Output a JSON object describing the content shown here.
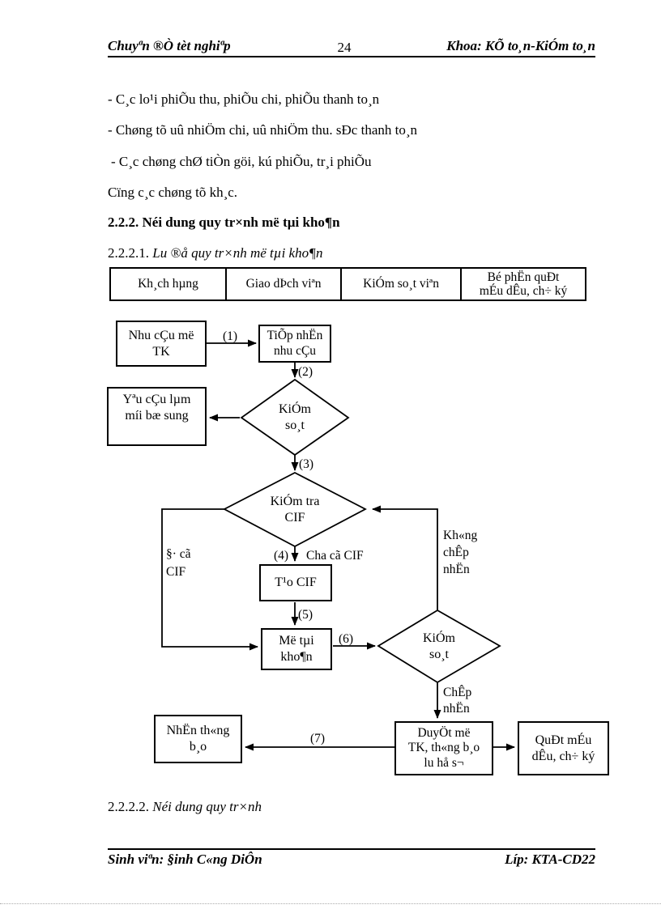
{
  "header": {
    "left": "Chuyªn ®Ò tèt nghiªp",
    "page_number": "24",
    "right": "Khoa: KÕ to¸n-KiÓm to¸n"
  },
  "paragraphs": {
    "p1": "- C¸c lo¹i phiÕu thu, phiÕu chi, phiÕu thanh to¸n",
    "p2": "- Chøng tõ uû nhiÖm chi, uû nhiÖm thu. sÐc thanh to¸n",
    "p3": "- C¸c chøng chØ tiÒn göi, kú phiÕu, tr¸i phiÕu",
    "p4": "Cïng c¸c chøng tõ  kh¸c."
  },
  "headings": {
    "h222": "2.2.2. Néi dung quy tr×nh më tµi kho¶n",
    "h2221_num": "2.2.2.1.",
    "h2221_text": "Lu  ®å quy tr×nh më tµi kho¶n",
    "h2222_num": "2.2.2.2.",
    "h2222_text": "Néi dung quy tr×nh"
  },
  "table": {
    "columns": [
      [
        "Kh¸ch hµng"
      ],
      [
        "Giao dÞch viªn"
      ],
      [
        "KiÓm so¸t viªn"
      ],
      [
        "Bé phËn quÐt",
        "mÉu dÊu, ch÷ ký"
      ]
    ]
  },
  "flowchart": {
    "boxes": {
      "demand": [
        "Nhu cÇu më",
        "TK"
      ],
      "receive": [
        "TiÕp nhËn",
        "nhu cÇu"
      ],
      "request_supplement": [
        "Yªu cÇu lµm",
        "míi bæ sung"
      ],
      "create_cif": [
        "T¹o CIF"
      ],
      "open_account": [
        "Më tµi",
        "kho¶n"
      ],
      "receive_notice": [
        "NhËn th«ng",
        "b¸o"
      ],
      "approve": [
        "DuyÖt më",
        "TK, th«ng b¸o",
        "lu  hå s¬"
      ],
      "scan_signature": [
        "QuÐt mÉu",
        "dÊu, ch÷ ký"
      ]
    },
    "diamonds": {
      "control1": [
        "KiÓm",
        "so¸t"
      ],
      "check_cif": [
        "KiÓm tra",
        "CIF"
      ],
      "control2": [
        "KiÓm",
        "so¸t"
      ]
    },
    "edge_labels": {
      "n1": "(1)",
      "n2": "(2)",
      "n3": "(3)",
      "n4": "(4)",
      "n5": "(5)",
      "n6": "(6)",
      "n7": "(7)",
      "has_cif": [
        "§· cã",
        "CIF"
      ],
      "no_cif": "Cha  cã CIF",
      "not_accept": [
        "Kh«ng",
        "chÊp",
        "nhËn"
      ],
      "accept": [
        "ChÊp",
        "nhËn"
      ]
    }
  },
  "footer": {
    "left": "Sinh viªn: §inh C«ng DiÔn",
    "right": "Líp: KTA-CD22"
  }
}
